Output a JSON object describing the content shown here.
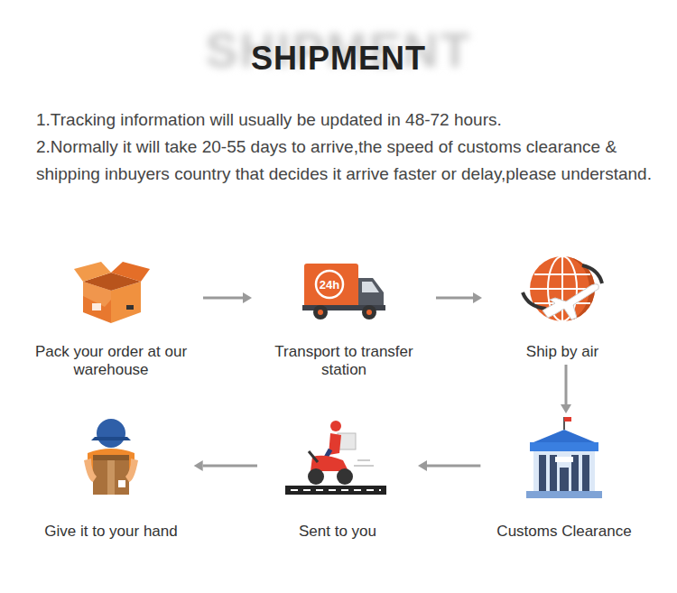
{
  "diagram": {
    "title": "SHIPMENT",
    "nodes": [
      {
        "text": [
          "Pack your order at our warehouse"
        ]
      },
      {
        "text": [
          "Transport to transfer station"
        ]
      },
      {
        "text": [
          "Ship by air"
        ]
      },
      {
        "text": [
          "Give it to your hand"
        ]
      },
      {
        "text": [
          "Sent to you"
        ]
      },
      {
        "text": [
          "Customs Clearance"
        ]
      }
    ],
    "edges": [
      {
        "from": 0,
        "to": 1,
        "arrow": "to"
      },
      {
        "from": 1,
        "to": 2,
        "arrow": "to"
      },
      {
        "from": 2,
        "to": 5,
        "arrow": "to"
      },
      {
        "from": 5,
        "to": 4,
        "arrow": "to"
      },
      {
        "from": 4,
        "to": 3,
        "arrow": "to"
      }
    ],
    "labels": [
      "SHIPMENT",
      "1.Tracking information will usually be updated in 48-72 hours.",
      "2.Normally it will take 20-55 days to arrive,the speed of customs clearance & shipping inbuyers country that decides it arrive faster or delay,please understand.",
      "24h"
    ]
  }
}
